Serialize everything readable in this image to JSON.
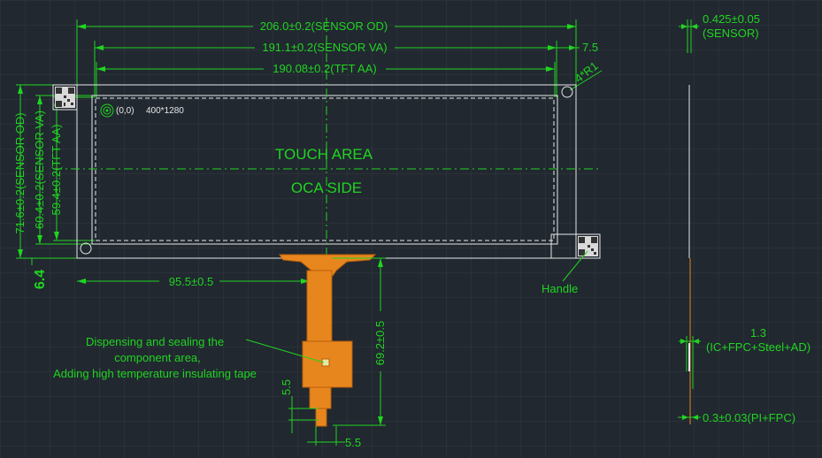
{
  "dims": {
    "sensor_od_w": "206.0±0.2(SENSOR OD)",
    "sensor_va_w": "191.1±0.2(SENSOR VA)",
    "tft_aa_w": "190.08±0.2(TFT AA)",
    "offset_right": "7.5",
    "corner_radius": "4*R1",
    "sensor_od_h": "71.6±0.2(SENSOR OD)",
    "sensor_va_h": "60.4±0.2(SENSOR VA)",
    "tft_aa_h": "59.4±0.2(TFT AA)",
    "offset_left": "6.4",
    "fpc_pos": "95.5±0.5",
    "fpc_length": "69.2±0.5",
    "stiffener_h": "5.5",
    "stiffener_w": "5.5",
    "sensor_thk": "0.425±0.05",
    "sensor_thk_label": "(SENSOR)",
    "ic_thk": "1.3",
    "ic_thk_label": "(IC+FPC+Steel+AD)",
    "pi_thk": "0.3±0.03(PI+FPC)"
  },
  "labels": {
    "origin": "(0,0)",
    "resolution": "400*1280",
    "touch_area": "TOUCH AREA",
    "oca_side": "OCA SIDE",
    "handle": "Handle",
    "note_line1": "Dispensing and sealing the",
    "note_line2": "component area,",
    "note_line3": "Adding high temperature insulating tape"
  },
  "colors": {
    "background": "#212830",
    "dimension": "#21d421",
    "outline": "#e8e8e8",
    "fpc": "#e8861e"
  }
}
